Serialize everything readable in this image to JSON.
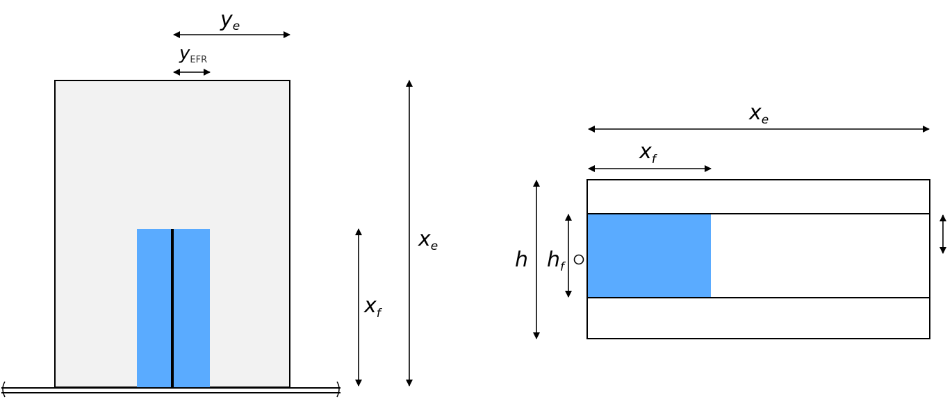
{
  "colors": {
    "reservoir_fill": "#f2f2f2",
    "fracture_fill": "#5aabff",
    "stroke": "#000000",
    "background": "#ffffff"
  },
  "left_view": {
    "label_ye": {
      "base": "y",
      "sub": "e"
    },
    "label_yefr": {
      "base": "y",
      "sub": "EFR"
    },
    "label_xe": {
      "base": "x",
      "sub": "e"
    },
    "label_xf": {
      "base": "x",
      "sub": "f"
    }
  },
  "right_view": {
    "label_xe": {
      "base": "x",
      "sub": "e"
    },
    "label_xf": {
      "base": "x",
      "sub": "f"
    },
    "label_h": {
      "base": "h"
    },
    "label_hf": {
      "base": "h",
      "sub": "f"
    }
  }
}
